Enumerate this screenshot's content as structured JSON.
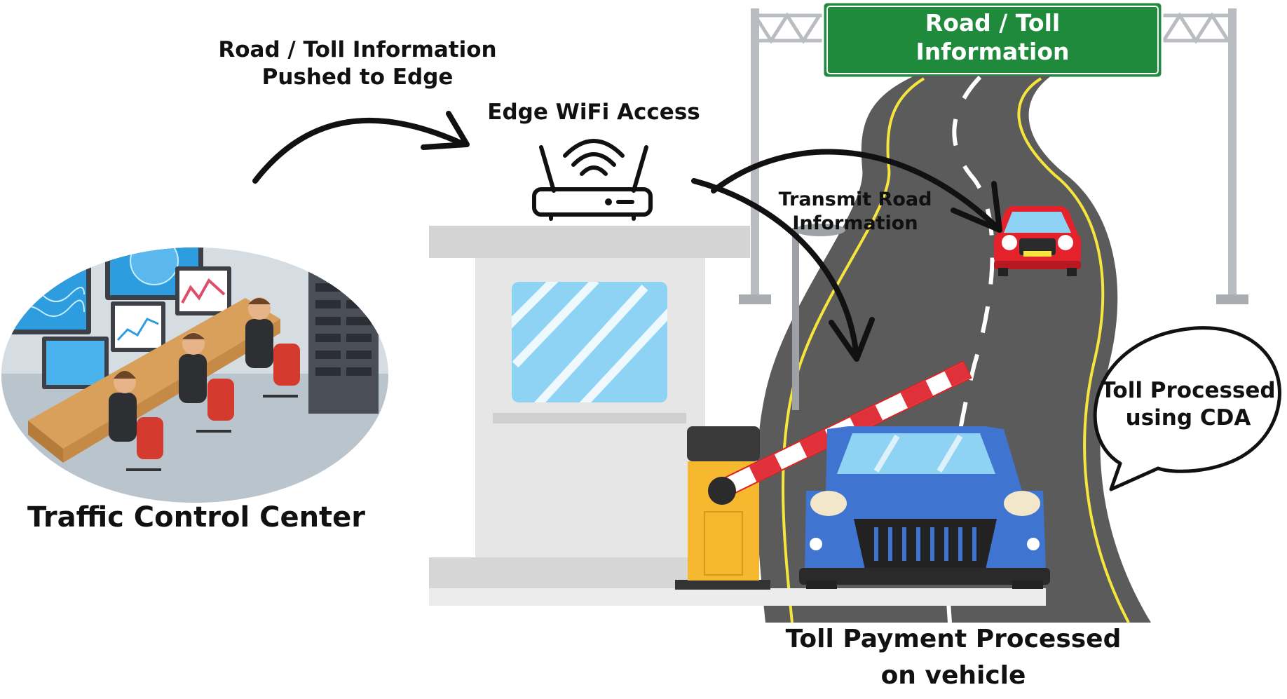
{
  "labels": {
    "sign_line1": "Road / Toll",
    "sign_line2": "Information",
    "edge_push_line1": "Road / Toll Information",
    "edge_push_line2": "Pushed to Edge",
    "edge_wifi": "Edge WiFi Access",
    "transmit_line1": "Transmit Road",
    "transmit_line2": "Information",
    "cda_line1": "Toll Processed",
    "cda_line2": "using CDA",
    "traffic_control_center": "Traffic Control Center",
    "toll_payment_line1": "Toll Payment Processed",
    "toll_payment_line2": "on vehicle"
  },
  "icons": {
    "router": "wifi-router-icon",
    "control_room": "control-room-illustration",
    "sign": "highway-sign",
    "barrier": "toll-barrier",
    "booth": "toll-booth",
    "red_car": "red-car",
    "blue_car": "blue-car",
    "bubble": "speech-bubble"
  },
  "colors": {
    "sign_green": "#1f8a3c",
    "road": "#5b5b5b",
    "road_line": "#f5e53c",
    "booth": "#dcdcdc",
    "glass": "#8fd3f4",
    "barrier_red": "#e0313a",
    "barrier_post": "#f5b82e",
    "red_car": "#e3222c",
    "blue_car": "#3f74d0",
    "arrow": "#111111"
  }
}
